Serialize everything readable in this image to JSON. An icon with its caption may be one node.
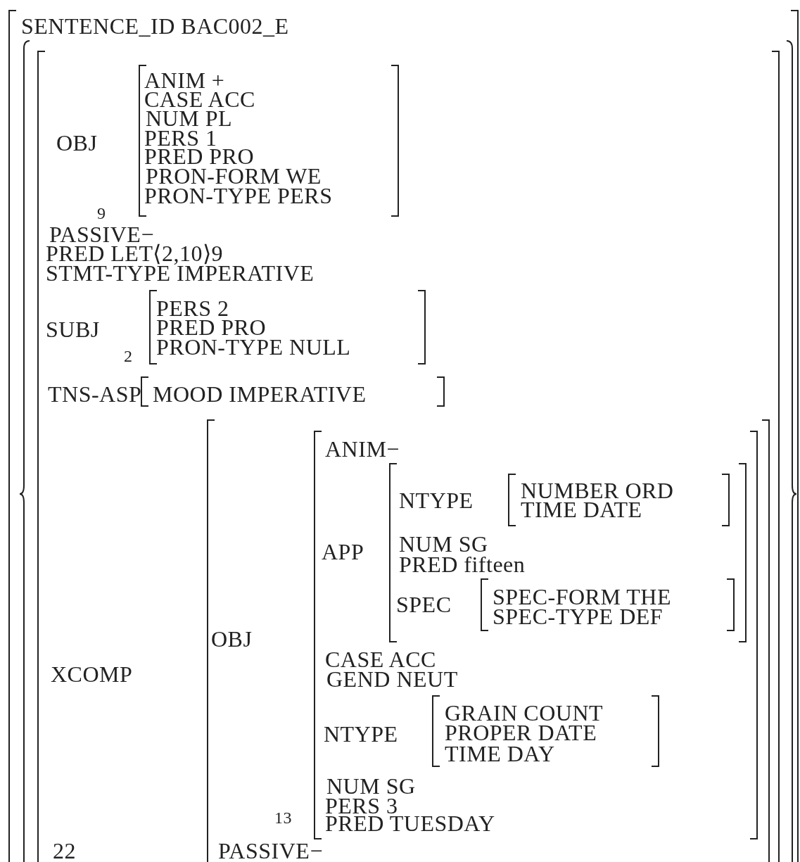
{
  "diagram": {
    "nodes": [
      {
        "text": [
          "SENTENCE_ID BAC002_E"
        ]
      },
      {
        "text": [],
        "shape": "brace",
        "in": 0
      },
      {
        "text": [
          "PASSIVE−",
          "PRED LET⟨2,10⟩9",
          "STMT-TYPE IMPERATIVE"
        ],
        "in": 1
      },
      {
        "text": [
          "ANIM +",
          "CASE ACC",
          "NUM PL",
          "PERS 1",
          "PRED PRO",
          "PRON-FORM WE",
          "PRON-TYPE PERS"
        ],
        "beside": [
          "OBJ",
          "9"
        ],
        "in": 2
      },
      {
        "text": [
          "PERS 2",
          "PRED PRO",
          "PRON-TYPE NULL"
        ],
        "beside": [
          "SUBJ",
          "2"
        ],
        "in": 2
      },
      {
        "text": [
          "MOOD IMPERATIVE"
        ],
        "in": 2
      },
      {
        "text": [
          "PASSIVE−"
        ],
        "beside": [
          "XCOMP"
        ],
        "in": 2
      },
      {
        "text": [
          "ANIM−",
          "CASE ACC",
          "GEND NEUT",
          "NUM SG",
          "PERS 3",
          "PRED TUESDAY"
        ],
        "beside": [
          "OBJ",
          "13"
        ],
        "in": 6
      },
      {
        "text": [
          "NUM SG",
          "PRED fifteen"
        ],
        "beside": [
          "APP"
        ],
        "in": 7
      },
      {
        "text": [
          "NUMBER ORD",
          "TIME DATE"
        ],
        "beside": [
          "NTYPE"
        ],
        "in": 8
      },
      {
        "text": [
          "SPEC-FORM THE",
          "SPEC-TYPE DEF"
        ],
        "beside": [
          "SPEC"
        ],
        "in": 8
      },
      {
        "text": [
          "GRAIN COUNT",
          "PROPER DATE",
          "TIME DAY"
        ],
        "beside": [
          "NTYPE"
        ],
        "in": 7
      }
    ],
    "labels": [
      "TNS-ASP",
      "22"
    ]
  }
}
